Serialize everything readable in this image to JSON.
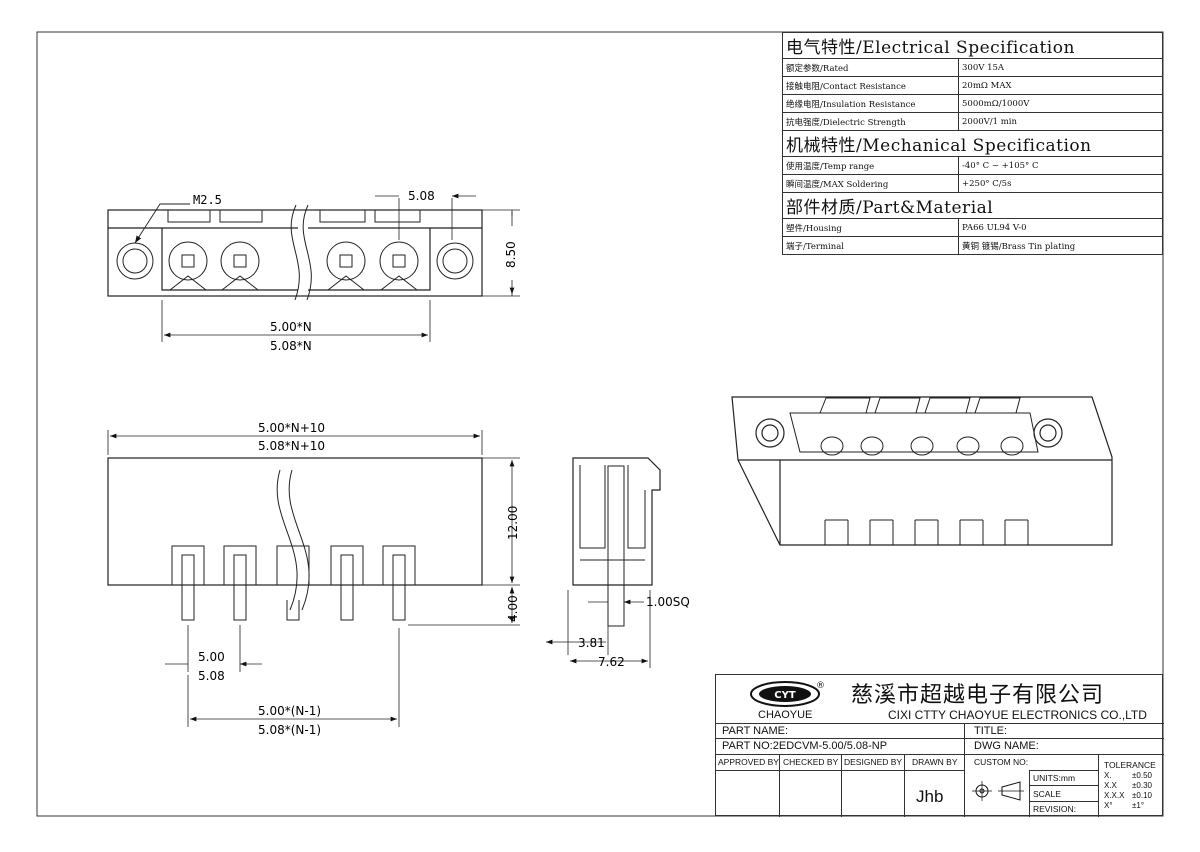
{
  "drawing": {
    "top_view": {
      "m_label": "M2.5",
      "pitch": "5.08",
      "height": "8.50",
      "dim1": "5.00*N",
      "dim2": "5.08*N"
    },
    "front_view": {
      "w1": "5.00*N+10",
      "w2": "5.08*N+10",
      "h1": "12.00",
      "h2": "4.00",
      "p1": "5.00",
      "p2": "5.08",
      "s1": "5.00*(N-1)",
      "s2": "5.08*(N-1)"
    },
    "side_view": {
      "sq": "1.00SQ",
      "d1": "3.81",
      "d2": "7.62"
    }
  },
  "spec": {
    "electrical_title": "电气特性/Electrical Specification",
    "electrical": [
      {
        "k": "额定参数/Rated",
        "v": "300V  15A"
      },
      {
        "k": "接触电阻/Contact Resistance",
        "v": "20mΩ MAX"
      },
      {
        "k": "绝缘电阻/Insulation Resistance",
        "v": "5000mΩ/1000V"
      },
      {
        "k": "抗电强度/Dielectric Strength",
        "v": "2000V/1 min"
      }
    ],
    "mechanical_title": "机械特性/Mechanical Specification",
    "mechanical": [
      {
        "k": "使用温度/Temp range",
        "v": "-40° C ~ +105° C"
      },
      {
        "k": "瞬间温度/MAX Soldering",
        "v": "+250° C/5s"
      }
    ],
    "material_title": "部件材质/Part&Material",
    "material": [
      {
        "k": "塑件/Housing",
        "v": "PA66 UL94 V-0"
      },
      {
        "k": "端子/Terminal",
        "v": "黄铜 镀锡/Brass Tin plating"
      }
    ]
  },
  "title_block": {
    "brand": "CHAOYUE",
    "logo_text": "CYT",
    "company_cn": "慈溪市超越电子有限公司",
    "company_en": "CIXI CTTY CHAOYUE ELECTRONICS CO.,LTD",
    "part_name": "PART NAME:",
    "title": "TITLE:",
    "part_no": "PART NO:2EDCVM-5.00/5.08-NP",
    "dwg_name": "DWG NAME:",
    "approved": "APPROVED BY",
    "checked": "CHECKED BY",
    "designed": "DESIGNED BY",
    "drawn": "DRAWN BY",
    "custom": "CUSTOM NO:",
    "signature": "Jhb",
    "units": "UNITS:mm",
    "scale": "SCALE",
    "revision": "REVISION:",
    "tolerance": "TOLERANCE",
    "tol": [
      {
        "k": "X.",
        "v": "±0.50"
      },
      {
        "k": "X.X",
        "v": "±0.30"
      },
      {
        "k": "X.X.X",
        "v": "±0.10"
      },
      {
        "k": "X°",
        "v": "±1°"
      }
    ]
  }
}
